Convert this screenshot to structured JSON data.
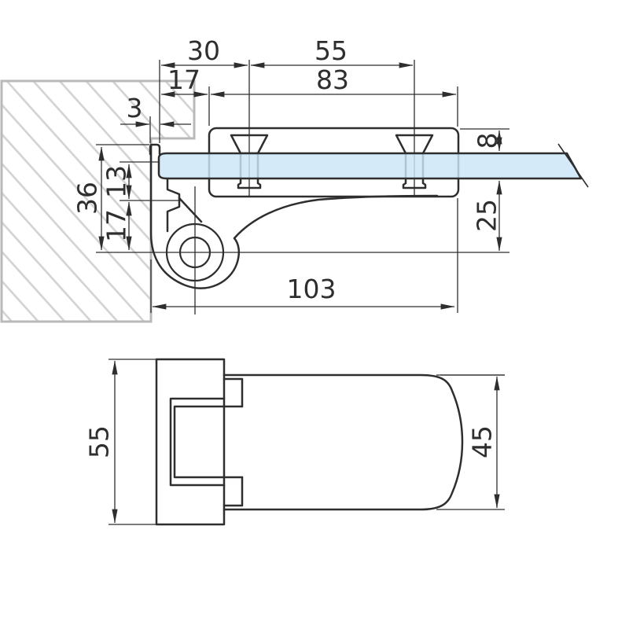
{
  "drawing": {
    "type": "technical-dimension-drawing",
    "subject": "glass shelf pivot bracket clamped to panel",
    "side_view": {
      "dim_screw1_offset": "30",
      "dim_screw_spacing": "55",
      "dim_clamp_offset": "17",
      "dim_clamp_length": "83",
      "dim_tab_thickness": "3",
      "dim_total_reach": "103",
      "dim_clamp_above_glass": "8",
      "dim_glass_to_pivot": "25",
      "dim_plate_to_pivot": "36",
      "dim_plate_upper": "13",
      "dim_plate_lower": "17"
    },
    "plan_view": {
      "dim_body_width": "55",
      "dim_arm_width": "45"
    },
    "colors": {
      "glass_fill": "#cbe5f6",
      "hatch_line": "#d2d2d2",
      "wall_outline": "#b9b9b9",
      "drawing_line": "#2e2e2e"
    }
  }
}
